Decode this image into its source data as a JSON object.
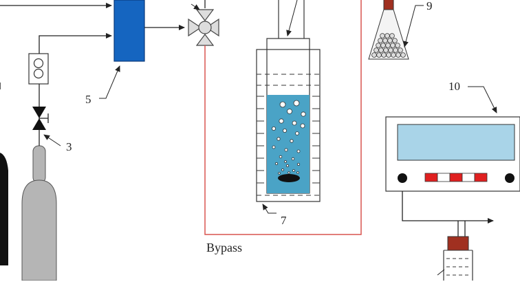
{
  "labels": {
    "flow_controller": "5",
    "valve_3": "3",
    "reactor": "7",
    "flask": "9",
    "analyzer": "10",
    "bypass": "Bypass"
  },
  "colors": {
    "flow_controller_blue": "#1565c0",
    "liquid_blue": "#4aa3c6",
    "analyzer_screen": "#a9d4e8",
    "bypass_line": "#d9534f",
    "cylinder_grey": "#b5b5b5",
    "stopper_red": "#a03020",
    "led_red": "#e02020"
  },
  "icons": [
    "pressure-gauge-icon",
    "needle-valve-icon",
    "three-way-valve-icon",
    "gas-cylinder-icon",
    "gas-bubble-icon",
    "led-indicator-icon"
  ]
}
